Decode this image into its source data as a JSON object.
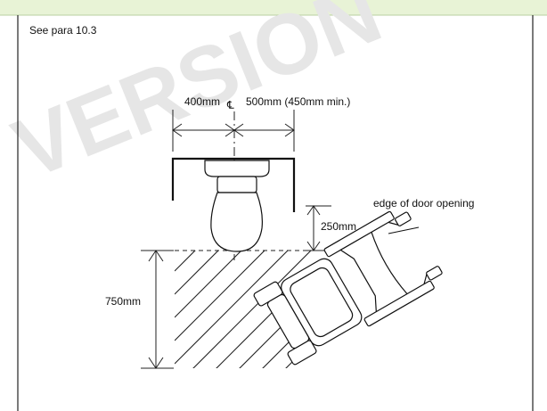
{
  "header": {
    "reference": "See para 10.3"
  },
  "watermark": {
    "text": "VERSION"
  },
  "dimensions": {
    "left_width": "400mm",
    "centerline_symbol": "℄",
    "right_width": "500mm (450mm min.)",
    "clear_depth": "250mm",
    "hatched_depth": "750mm"
  },
  "annotations": {
    "door_edge": "edge of door opening"
  },
  "colors": {
    "banner": "#e8f3d6",
    "ink": "#111111",
    "watermark": "#e6e6e6"
  }
}
